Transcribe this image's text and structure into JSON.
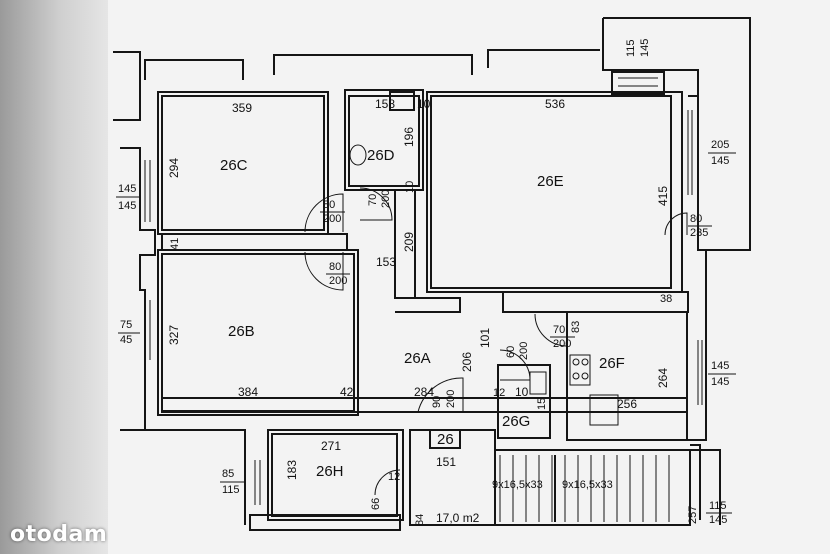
{
  "rooms": {
    "r26c": "26C",
    "r26d": "26D",
    "r26e": "26E",
    "r26b": "26B",
    "r26a": "26A",
    "r26f": "26F",
    "r26g": "26G",
    "r26h": "26H",
    "r26": "26"
  },
  "area": "17,0 m2",
  "watermark": "otodam",
  "dims": {
    "d359": "359",
    "d158": "158",
    "d10a": "10",
    "d536": "536",
    "d115t": "115",
    "d145t": "145",
    "d196": "196",
    "d294": "294",
    "d145a": "145",
    "d145b": "145",
    "d205": "205",
    "d145c": "145",
    "d80a": "80",
    "d200a": "200",
    "d70a": "70",
    "d200b": "200",
    "d10b": "10",
    "d415": "415",
    "d80b": "80",
    "d235": "235",
    "d41": "41",
    "d209": "209",
    "d80c": "80",
    "d200c": "200",
    "d153": "153",
    "d38": "38",
    "d75": "75",
    "d45": "45",
    "d327": "327",
    "d70b": "70",
    "d200d": "200",
    "d101": "101",
    "d206": "206",
    "d60": "60",
    "d200e": "200",
    "d83": "83",
    "d145d": "145",
    "d145e": "145",
    "d264": "264",
    "d384": "384",
    "d42": "42",
    "d284": "284",
    "d90": "90",
    "d200f": "200",
    "d12a": "12",
    "d10c": "10",
    "d15": "15",
    "d256": "256",
    "d271": "271",
    "d151": "151",
    "d85": "85",
    "d115b": "115",
    "d183": "183",
    "d12b": "12",
    "d66": "66",
    "stairs1": "9x16,5x33",
    "stairs2": "9x16,5x33",
    "d84": "84",
    "d257": "257",
    "d115c": "115",
    "d145f": "145"
  }
}
